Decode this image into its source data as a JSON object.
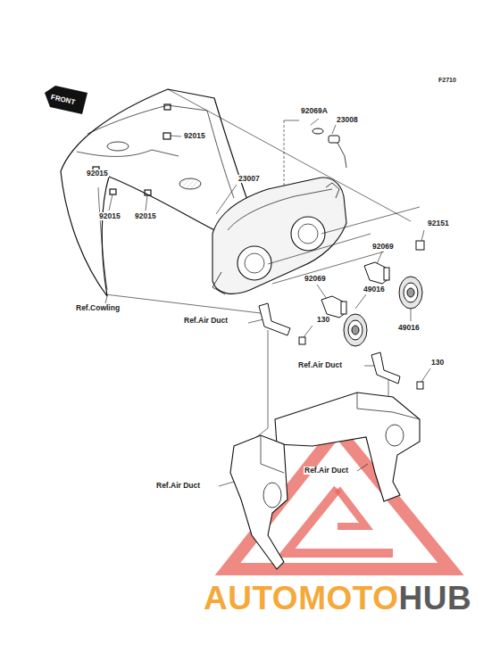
{
  "diagram": {
    "labels": [
      "F2710",
      "FRONT",
      "92069A",
      "23008",
      "92015",
      "92015",
      "92015",
      "92015",
      "23007",
      "92151",
      "92069",
      "92069",
      "49016",
      "49016",
      "Ref.Cowling",
      "Ref.Air Duct",
      "130",
      "Ref.Air Duct",
      "130",
      "Ref.Air Duct",
      "Ref.Air Duct",
      "AUTOMOTO",
      "HUB"
    ]
  }
}
